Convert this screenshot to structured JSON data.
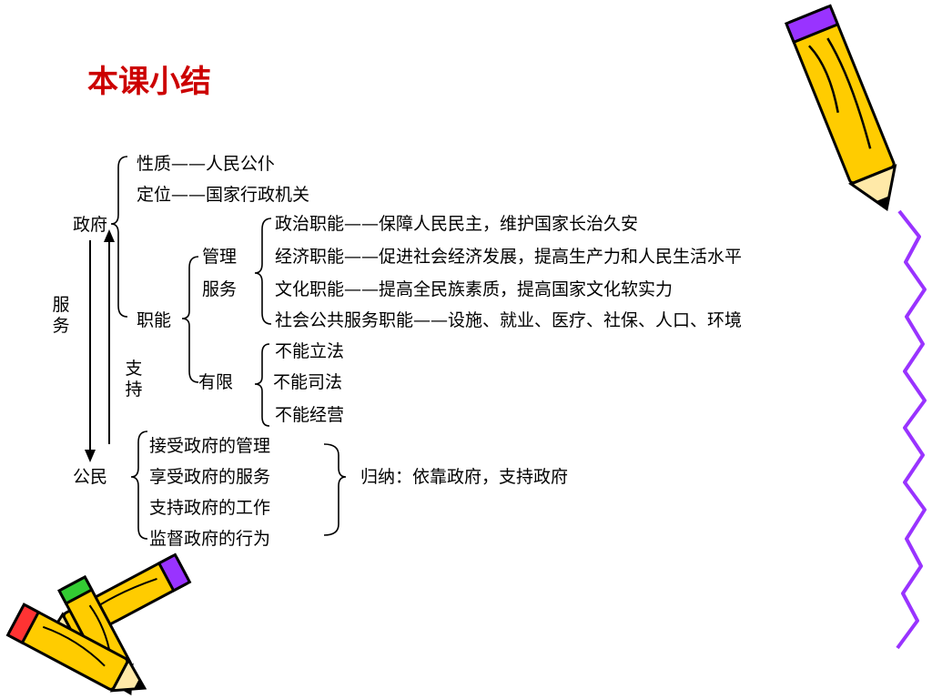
{
  "title": "本课小结",
  "government": {
    "label": "政府",
    "nature": "性质——人民公仆",
    "position": "定位——国家行政机关",
    "functions_label": "职能",
    "manage_label": "管理",
    "serve_label": "服务",
    "functions": [
      "政治职能——保障人民民主，维护国家长治久安",
      "经济职能——促进社会经济发展，提高生产力和人民生活水平",
      "文化职能——提高全民族素质，提高国家文化软实力",
      "社会公共服务职能——设施、就业、医疗、社保、人口、环境"
    ],
    "limited_label": "有限",
    "limits": [
      "不能立法",
      "不能司法",
      "不能经营"
    ]
  },
  "arrows": {
    "serve": "服务",
    "support": "支持"
  },
  "citizen": {
    "label": "公民",
    "items": [
      "接受政府的管理",
      "享受政府的服务",
      "支持政府的工作",
      "监督政府的行为"
    ],
    "summary": "归纳：依靠政府，支持政府"
  },
  "colors": {
    "title": "#cc0000",
    "pencil_body": "#ffcc00",
    "pencil_outline": "#000000",
    "squiggle": "#9933ff"
  }
}
